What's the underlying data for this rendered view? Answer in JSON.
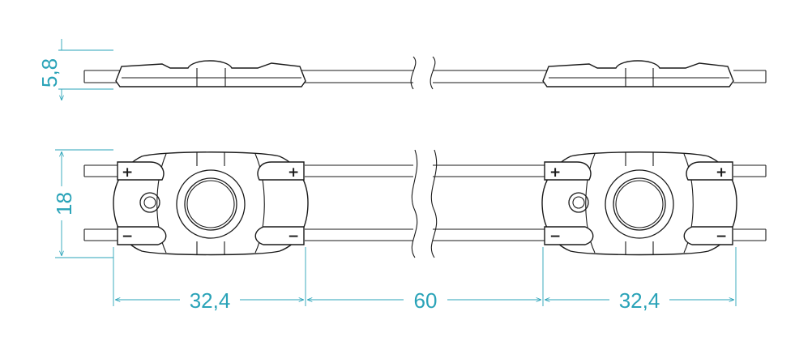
{
  "colors": {
    "dimension": "#2aa3b8",
    "line": "#1a1a1a",
    "background": "#ffffff"
  },
  "dimensions": {
    "height_side": "5,8",
    "height_top": "18",
    "module_width_left": "32,4",
    "spacing": "60",
    "module_width_right": "32,4"
  },
  "polarity": {
    "positive": "+",
    "negative": "−"
  }
}
